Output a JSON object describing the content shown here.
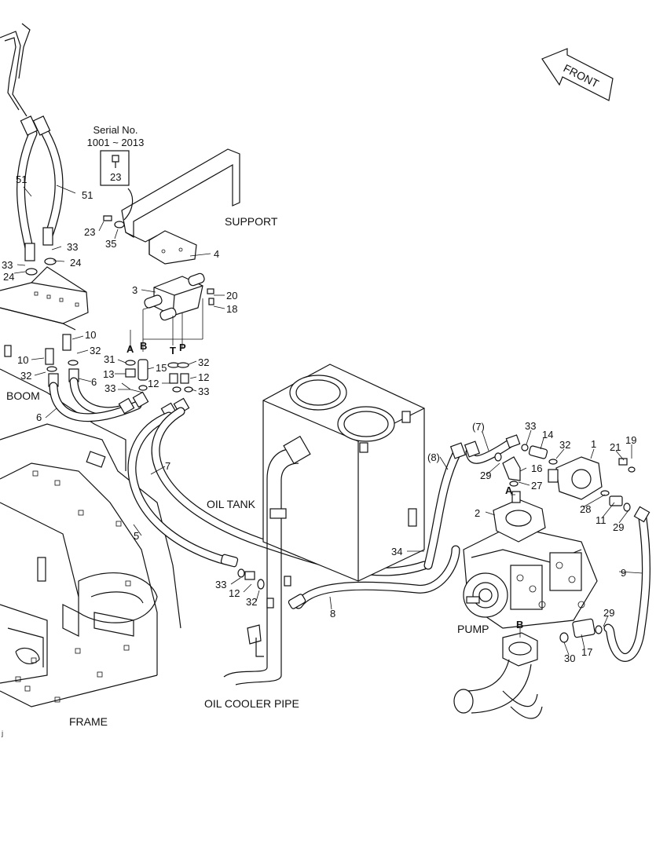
{
  "serial_note": {
    "line1": "Serial No.",
    "line2": "1001 ~ 2013",
    "part": "23"
  },
  "front_label": "FRONT",
  "components": {
    "support": "SUPPORT",
    "boom": "BOOM",
    "oil_tank": "OIL TANK",
    "oil_cooler_pipe": "OIL COOLER PIPE",
    "frame": "FRAME",
    "pump": "PUMP"
  },
  "port_letters": {
    "a1": "A",
    "b1": "B",
    "t": "T",
    "p": "P",
    "a2": "A",
    "b2": "B"
  },
  "callouts": [
    "51",
    "51",
    "33",
    "24",
    "33",
    "24",
    "23",
    "35",
    "4",
    "3",
    "20",
    "18",
    "10",
    "32",
    "10",
    "32",
    "6",
    "6",
    "31",
    "13",
    "15",
    "33",
    "12",
    "12",
    "32",
    "33",
    "7",
    "5",
    "33",
    "12",
    "32",
    "8",
    "34",
    "(7)",
    "(8)",
    "33",
    "14",
    "32",
    "1",
    "19",
    "21",
    "29",
    "16",
    "27",
    "28",
    "11",
    "29",
    "2",
    "9",
    "30",
    "17",
    "29"
  ],
  "corner_mark": "ʲ"
}
